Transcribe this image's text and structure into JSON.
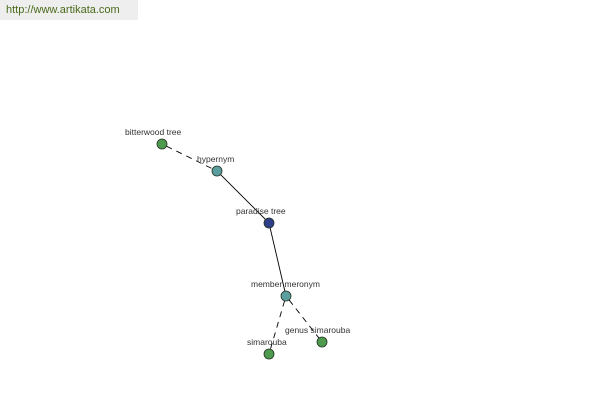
{
  "banner": {
    "url_text": "http://www.artikata.com"
  },
  "colors": {
    "leaf": "#4e9a4e",
    "relation": "#5a9ea0",
    "center": "#2f3f8a"
  },
  "graph": {
    "nodes": [
      {
        "id": "bitterwood",
        "label": "bitterwood tree",
        "kind": "leaf"
      },
      {
        "id": "hypernym",
        "label": "hypernym",
        "kind": "relation"
      },
      {
        "id": "paradise",
        "label": "paradise tree",
        "kind": "center"
      },
      {
        "id": "member_meronym",
        "label": "member meronym",
        "kind": "relation"
      },
      {
        "id": "simarouba",
        "label": "simarouba",
        "kind": "leaf"
      },
      {
        "id": "genus_simarouba",
        "label": "genus simarouba",
        "kind": "leaf"
      }
    ],
    "edges": [
      {
        "from": "bitterwood",
        "to": "hypernym",
        "style": "dashed"
      },
      {
        "from": "hypernym",
        "to": "paradise",
        "style": "solid"
      },
      {
        "from": "paradise",
        "to": "member_meronym",
        "style": "solid"
      },
      {
        "from": "member_meronym",
        "to": "simarouba",
        "style": "dashed"
      },
      {
        "from": "member_meronym",
        "to": "genus_simarouba",
        "style": "dashed"
      }
    ]
  }
}
